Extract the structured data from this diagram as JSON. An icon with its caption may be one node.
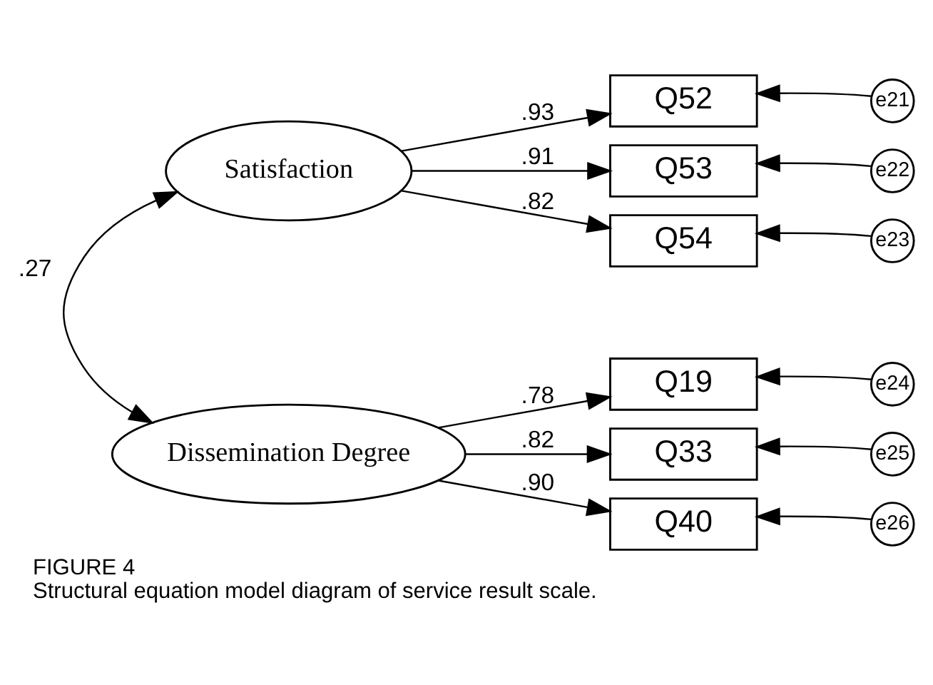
{
  "diagram": {
    "title": "FIGURE 4",
    "caption": "Structural equation model diagram of service result scale.",
    "nodes": [
      {
        "text": [
          "Satisfaction"
        ]
      },
      {
        "text": [
          "Dissemination Degree"
        ]
      },
      {
        "text": [
          "Q52"
        ]
      },
      {
        "text": [
          "Q53"
        ]
      },
      {
        "text": [
          "Q54"
        ]
      },
      {
        "text": [
          "Q19"
        ]
      },
      {
        "text": [
          "Q33"
        ]
      },
      {
        "text": [
          "Q40"
        ]
      },
      {
        "text": [
          "e21"
        ]
      },
      {
        "text": [
          "e22"
        ]
      },
      {
        "text": [
          "e23"
        ]
      },
      {
        "text": [
          "e24"
        ]
      },
      {
        "text": [
          "e25"
        ]
      },
      {
        "text": [
          "e26"
        ]
      }
    ],
    "edges": [
      {
        "from": 0,
        "to": 1,
        "arrow": "both",
        "label": ".27"
      },
      {
        "from": 0,
        "to": 2,
        "arrow": "to",
        "label": ".93"
      },
      {
        "from": 0,
        "to": 3,
        "arrow": "to",
        "label": ".91"
      },
      {
        "from": 0,
        "to": 4,
        "arrow": "to",
        "label": ".82"
      },
      {
        "from": 1,
        "to": 5,
        "arrow": "to",
        "label": ".78"
      },
      {
        "from": 1,
        "to": 6,
        "arrow": "to",
        "label": ".82"
      },
      {
        "from": 1,
        "to": 7,
        "arrow": "to",
        "label": ".90"
      },
      {
        "from": 8,
        "to": 2,
        "arrow": "to"
      },
      {
        "from": 9,
        "to": 3,
        "arrow": "to"
      },
      {
        "from": 10,
        "to": 4,
        "arrow": "to"
      },
      {
        "from": 11,
        "to": 5,
        "arrow": "to"
      },
      {
        "from": 12,
        "to": 6,
        "arrow": "to"
      },
      {
        "from": 13,
        "to": 7,
        "arrow": "to"
      }
    ]
  }
}
